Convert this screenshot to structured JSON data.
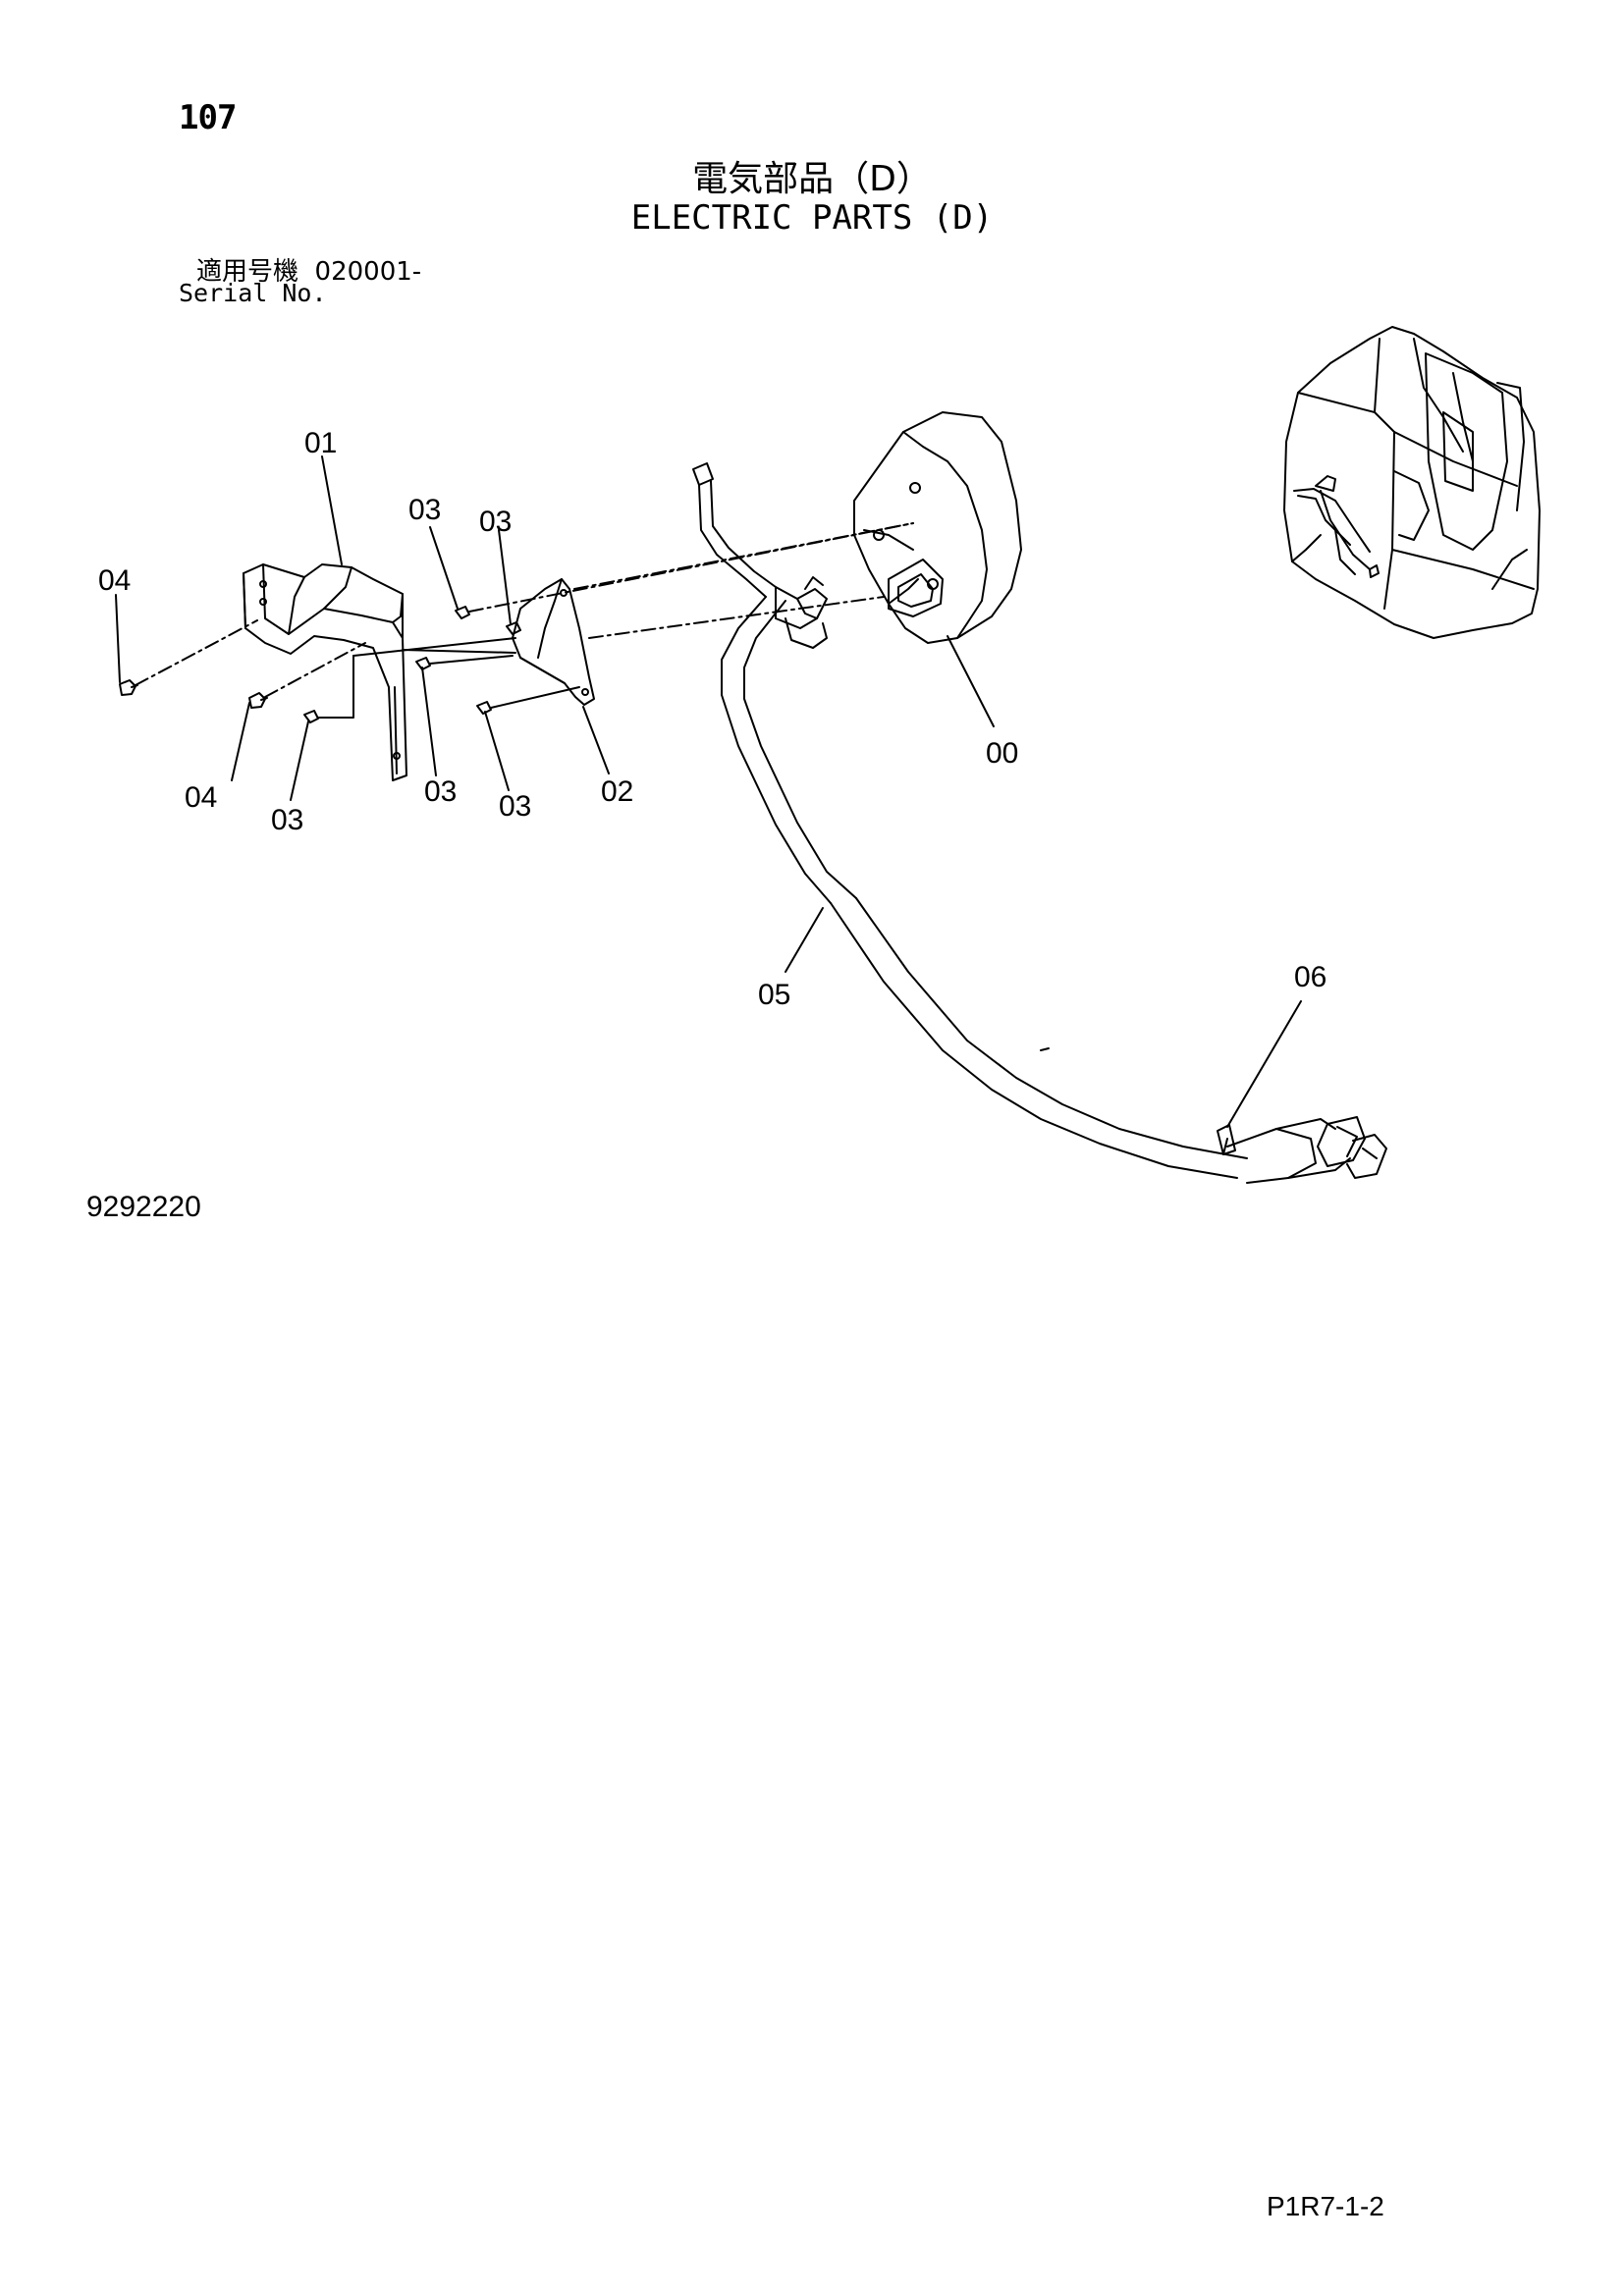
{
  "header": {
    "page_number": "107",
    "title_ja": "電気部品（D）",
    "title_en": "ELECTRIC PARTS (D)",
    "serial_label_ja": "適用号機",
    "serial_value": "020001-",
    "serial_label_en": "Serial No."
  },
  "callouts": {
    "part_00": "00",
    "part_01": "01",
    "part_02": "02",
    "part_03_a": "03",
    "part_03_b": "03",
    "part_03_c": "03",
    "part_03_d": "03",
    "part_03_e": "03",
    "part_04_a": "04",
    "part_04_b": "04",
    "part_05": "05",
    "part_06": "06"
  },
  "footer": {
    "drawing_number": "9292220",
    "page_code": "P1R7-1-2"
  }
}
